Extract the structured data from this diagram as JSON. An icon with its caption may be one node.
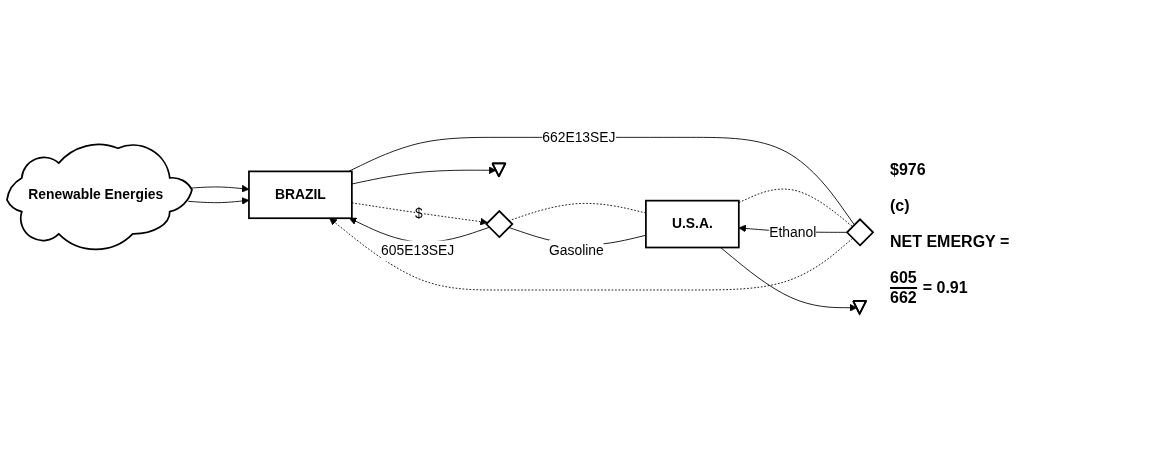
{
  "diagram": {
    "nodes": [
      {
        "text": [
          "Renewable Energies"
        ]
      },
      {
        "text": [
          "BRAZIL"
        ]
      },
      {
        "text": [
          "U.S.A."
        ]
      },
      {
        "text": [],
        "shape": "diamond"
      },
      {
        "text": [],
        "shape": "diamond"
      },
      {
        "text": [],
        "shape": "ground"
      },
      {
        "text": [],
        "shape": "ground"
      }
    ],
    "edges": [
      {
        "from": 0,
        "to": 1,
        "arrow": "to"
      },
      {
        "from": 0,
        "to": 1,
        "arrow": "to"
      },
      {
        "from": 2,
        "to": 3,
        "arrow": "none",
        "label": "Gasoline"
      },
      {
        "from": 3,
        "to": 1,
        "arrow": "to",
        "label": "605E13SEJ"
      },
      {
        "from": 1,
        "to": 3,
        "arrow": "to",
        "style": "dashed",
        "label": "$"
      },
      {
        "from": 3,
        "to": 2,
        "arrow": "none",
        "style": "dashed"
      },
      {
        "from": 1,
        "to": 4,
        "arrow": "none",
        "label": "662E13SEJ"
      },
      {
        "from": 4,
        "to": 2,
        "arrow": "to",
        "label": "Ethanol"
      },
      {
        "from": 2,
        "to": 4,
        "arrow": "none",
        "style": "dashed"
      },
      {
        "from": 4,
        "to": 1,
        "arrow": "to",
        "style": "dashed"
      },
      {
        "from": 1,
        "to": 5,
        "arrow": "to"
      },
      {
        "from": 2,
        "to": 6,
        "arrow": "to"
      }
    ],
    "labels": [
      "$976",
      "(c)",
      "NET EMERGY =",
      "605",
      "662",
      "= 0.91"
    ]
  }
}
